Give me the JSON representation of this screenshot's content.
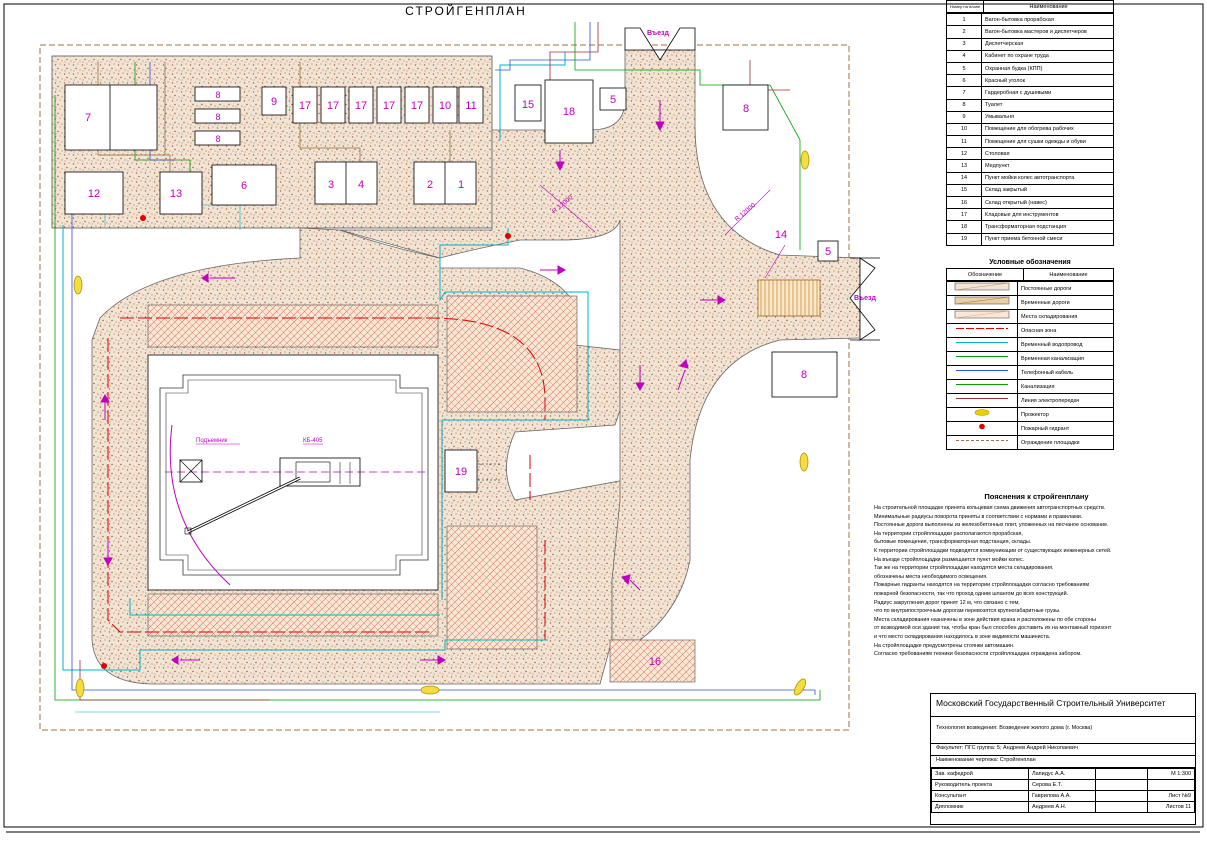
{
  "title": "СТРОЙГЕНПЛАН",
  "exit_labels": [
    "Въезд",
    "Въезд"
  ],
  "radius_labels": [
    "R 12000",
    "R 12000"
  ],
  "crane_labels": [
    "Подъемник",
    "КБ-405"
  ],
  "plan_numbers": [
    "7",
    "8",
    "8",
    "8",
    "9",
    "17",
    "17",
    "17",
    "17",
    "17",
    "10",
    "11",
    "15",
    "18",
    "5",
    "8",
    "12",
    "13",
    "6",
    "3",
    "4",
    "2",
    "1",
    "14",
    "5",
    "8",
    "19",
    "16"
  ],
  "explication": {
    "header_num": "Номер на плане",
    "header_name": "Наименование",
    "rows": [
      {
        "num": "1",
        "name": "Вагон-бытовка прорабская"
      },
      {
        "num": "2",
        "name": "Вагон-бытовка мастеров и диспетчеров"
      },
      {
        "num": "3",
        "name": "Диспетчерская"
      },
      {
        "num": "4",
        "name": "Кабинет по охране труда"
      },
      {
        "num": "5",
        "name": "Охранная будка (КПП)"
      },
      {
        "num": "6",
        "name": "Красный уголок"
      },
      {
        "num": "7",
        "name": "Гардеробная с душевыми"
      },
      {
        "num": "8",
        "name": "Туалет"
      },
      {
        "num": "9",
        "name": "Умывальня"
      },
      {
        "num": "10",
        "name": "Помещение для обогрева рабочих"
      },
      {
        "num": "11",
        "name": "Помещение для сушки одежды и обуви"
      },
      {
        "num": "12",
        "name": "Столовая"
      },
      {
        "num": "13",
        "name": "Медпункт"
      },
      {
        "num": "14",
        "name": "Пункт мойки колес автотранспорта"
      },
      {
        "num": "15",
        "name": "Склад закрытый"
      },
      {
        "num": "16",
        "name": "Склад открытый (навес)"
      },
      {
        "num": "17",
        "name": "Кладовые для инструментов"
      },
      {
        "num": "18",
        "name": "Трансформаторная подстанция"
      },
      {
        "num": "19",
        "name": "Пункт приема бетонной смеси"
      }
    ]
  },
  "legend": {
    "title": "Условные обозначения",
    "header_sym": "Обозначение",
    "header_name": "Наименование",
    "items": [
      {
        "name": "Постоянные дороги",
        "icon": "road-permanent-icon",
        "color": "#c8945a"
      },
      {
        "name": "Временные дороги",
        "icon": "road-temp-icon",
        "color": "#b07030"
      },
      {
        "name": "Места складирования",
        "icon": "storage-area-icon",
        "color": "#e9a870"
      },
      {
        "name": "Опасная зона",
        "icon": "danger-zone-icon",
        "color": "#e00000"
      },
      {
        "name": "Временный водопровод",
        "icon": "water-line-icon",
        "color": "#00b4c8"
      },
      {
        "name": "Временная канализация",
        "icon": "sewer-line-icon",
        "color": "#00a000"
      },
      {
        "name": "Телефонный кабель",
        "icon": "phone-cable-icon",
        "color": "#3050e0"
      },
      {
        "name": "Канализация",
        "icon": "drain-line-icon",
        "color": "#00a000"
      },
      {
        "name": "Линия электропередач",
        "icon": "power-line-icon",
        "color": "#a03030"
      },
      {
        "name": "Прожектор",
        "icon": "floodlight-icon",
        "color": "#e8d000"
      },
      {
        "name": "Пожарный гидрант",
        "icon": "hydrant-icon",
        "color": "#e00000"
      },
      {
        "name": "Ограждение площадки",
        "icon": "fence-icon",
        "color": "#a07040"
      }
    ]
  },
  "notes": {
    "title": "Пояснения к стройгенплану",
    "lines": [
      "На строительной площадке принята кольцевая схема движения автотранспортных средств.",
      "Минимальные радиусы поворота приняты в соответствии с нормами и правилами.",
      "Постоянные дороги выполнены из железобетонных плит, уложенных на песчаное основание.",
      "На территории стройплощадки располагаются прорабская,",
      "бытовые помещения, трансформаторная подстанция, склады.",
      "К территории стройплощадки подводятся коммуникации от существующих инженерных сетей.",
      "На въезде стройплощадки размещается пункт мойки колес.",
      "Так же на территории стройплощадки находятся места складирования.",
      "обозначены места необходимого освещения.",
      "Пожарные гидранты находятся на территории стройплощадки согласно требованиям",
      "пожарной безопасности, так что проход одним шлангом до всех конструкций.",
      "Радиус закругления дорог принят 12 м, что связано с тем,",
      "что по внутрипостроечным дорогам перевозятся крупногабаритные грузы.",
      "Места складирования назначены в зоне действия крана и расположены по обе стороны",
      "от возводимой оси здания так, чтобы кран был способен доставить их на монтажный горизонт",
      "и что место складирования находилось в зоне видимости машиниста.",
      "На стройплощадке предусмотрены стоянки автомашин.",
      "Согласно требованиям техники безопасности стройплощадка ограждена забором."
    ]
  },
  "stamp": {
    "university": "Московский Государственный Строительный Университет",
    "project": "Технология возведения: Возведение жилого дома (г. Москва)",
    "faculty": "Факультет: ПГС группа: 5; Андреев Андрей Николаевич",
    "sheet_name": "Наименование чертежа: Стройгенплан",
    "rows": [
      {
        "role": "Зав. кафедрой",
        "name": "Лапидус А.А."
      },
      {
        "role": "Руководитель проекта",
        "name": "Серова Е.Т."
      },
      {
        "role": "Консультант",
        "name": "Гаврилова А.А."
      },
      {
        "role": "Дипломник",
        "name": "Андреев А.Н."
      }
    ],
    "scale": "М 1:300",
    "sheet": "Лист №9",
    "sheets": "Листов 11"
  }
}
